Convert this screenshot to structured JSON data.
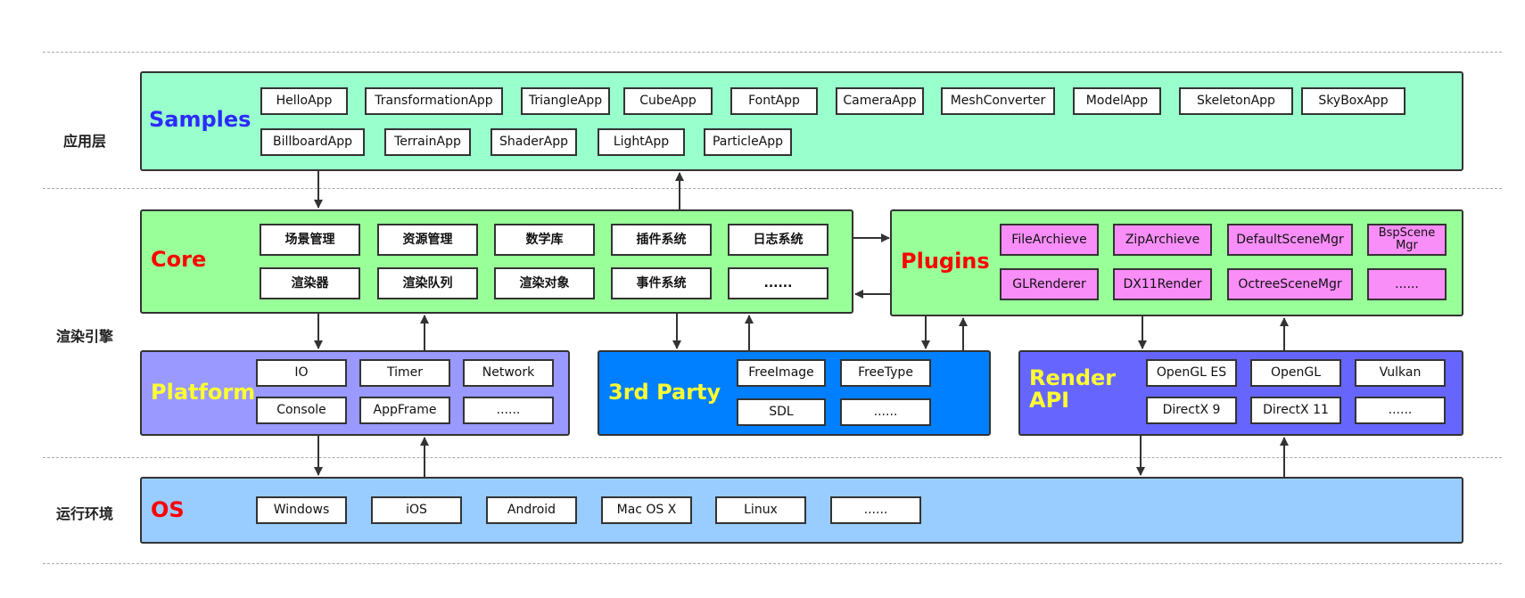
{
  "layers": {
    "app": "应用层",
    "engine": "渲染引擎",
    "runtime": "运行环境"
  },
  "samples": {
    "title": "Samples",
    "title_color": "#2b2bff",
    "bg": "#99ffcc",
    "items": [
      "HelloApp",
      "TransformationApp",
      "TriangleApp",
      "CubeApp",
      "FontApp",
      "CameraApp",
      "MeshConverter",
      "ModelApp",
      "SkeletonApp",
      "SkyBoxApp",
      "BillboardApp",
      "TerrainApp",
      "ShaderApp",
      "LightApp",
      "ParticleApp"
    ]
  },
  "core": {
    "title": "Core",
    "title_color": "#ff0000",
    "bg": "#99ff99",
    "items": [
      "场景管理",
      "资源管理",
      "数学库",
      "插件系统",
      "日志系统",
      "渲染器",
      "渲染队列",
      "渲染对象",
      "事件系统",
      "......"
    ]
  },
  "plugins": {
    "title": "Plugins",
    "title_color": "#ff0000",
    "bg": "#99ff99",
    "item_bg": "#f98ef8",
    "items": [
      "FileArchieve",
      "ZipArchieve",
      "DefaultSceneMgr",
      "BspScene Mgr",
      "GLRenderer",
      "DX11Render",
      "OctreeSceneMgr",
      "......"
    ]
  },
  "platform": {
    "title": "Platform",
    "title_color": "#ffff33",
    "bg": "#9999ff",
    "items": [
      "IO",
      "Timer",
      "Network",
      "Console",
      "AppFrame",
      "......"
    ]
  },
  "third_party": {
    "title": "3rd Party",
    "title_color": "#ffff33",
    "bg": "#007fff",
    "items": [
      "FreeImage",
      "FreeType",
      "SDL",
      "......"
    ]
  },
  "render_api": {
    "title_line1": "Render",
    "title_line2": "API",
    "title_color": "#ffff33",
    "bg": "#6666ff",
    "items": [
      "OpenGL ES",
      "OpenGL",
      "Vulkan",
      "DirectX 9",
      "DirectX 11",
      "......"
    ]
  },
  "os": {
    "title": "OS",
    "title_color": "#ff0000",
    "bg": "#99ccff",
    "items": [
      "Windows",
      "iOS",
      "Android",
      "Mac OS X",
      "Linux",
      "......"
    ]
  }
}
